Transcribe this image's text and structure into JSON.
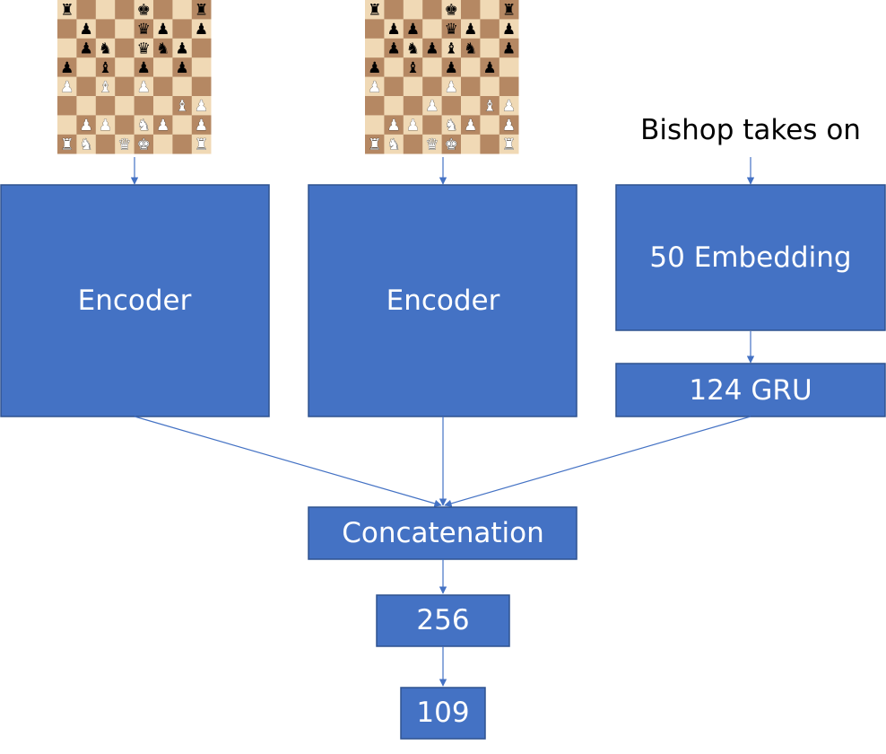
{
  "text_input": "Bishop takes on",
  "boxes": {
    "encoder_1": "Encoder",
    "encoder_2": "Encoder",
    "embedding": "50 Embedding",
    "gru": "124 GRU",
    "concatenation": "Concatenation",
    "dense_256": "256",
    "output_109": "109"
  },
  "colors": {
    "box_fill": "#4472C4",
    "box_border": "#2F528F",
    "arrow": "#4472C4",
    "board_light": "#F0D9B5",
    "board_dark": "#B58863"
  },
  "boards": [
    {
      "name": "board-1",
      "rows": [
        "r...k..r",
        ".p..qp.p",
        ".pn.qnp.",
        "p.b.p.p.",
        "P.B.P...",
        "......BP",
        ".PP.NP.P",
        "RN.QK..R"
      ]
    },
    {
      "name": "board-2",
      "rows": [
        "r...k..r",
        ".pp.qp.p",
        ".pnpbn.p",
        "p.b.p.p.",
        "P...P...",
        "...P..BP",
        ".PP.NP.P",
        "RN.QK..R"
      ]
    }
  ]
}
